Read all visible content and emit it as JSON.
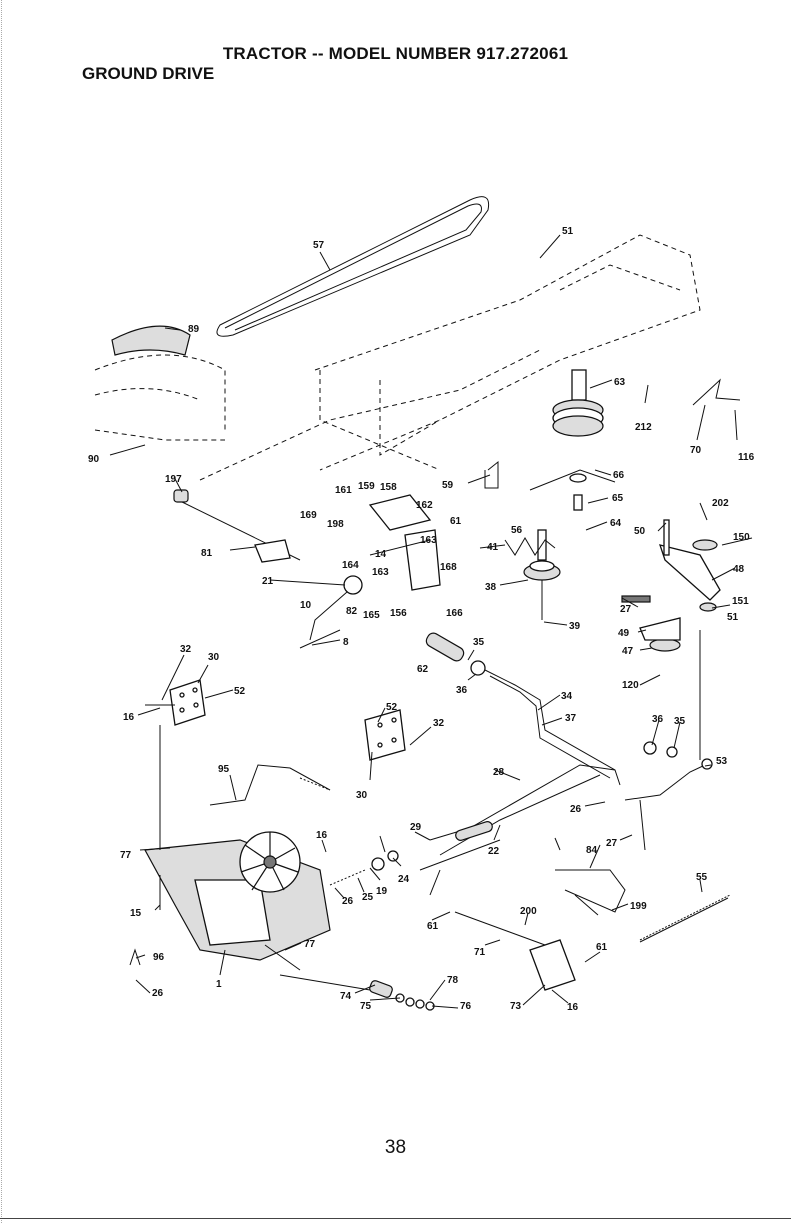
{
  "header": {
    "title": "TRACTOR -- MODEL NUMBER 917.272061",
    "section": "GROUND DRIVE"
  },
  "page_number": "38",
  "callouts": [
    "57",
    "51",
    "89",
    "63",
    "212",
    "70",
    "116",
    "90",
    "197",
    "161",
    "159",
    "158",
    "162",
    "59",
    "66",
    "65",
    "169",
    "198",
    "163",
    "61",
    "56",
    "64",
    "202",
    "50",
    "150",
    "81",
    "14",
    "164",
    "41",
    "168",
    "48",
    "21",
    "163",
    "38",
    "10",
    "82",
    "165",
    "156",
    "166",
    "27",
    "151",
    "51",
    "39",
    "8",
    "49",
    "47",
    "32",
    "30",
    "35",
    "62",
    "36",
    "34",
    "120",
    "52",
    "16",
    "52",
    "32",
    "37",
    "36",
    "35",
    "95",
    "53",
    "28",
    "30",
    "26",
    "16",
    "29",
    "77",
    "84",
    "27",
    "22",
    "24",
    "19",
    "26",
    "25",
    "55",
    "15",
    "199",
    "200",
    "61",
    "96",
    "77",
    "61",
    "71",
    "26",
    "1",
    "78",
    "74",
    "75",
    "76",
    "73",
    "16"
  ]
}
